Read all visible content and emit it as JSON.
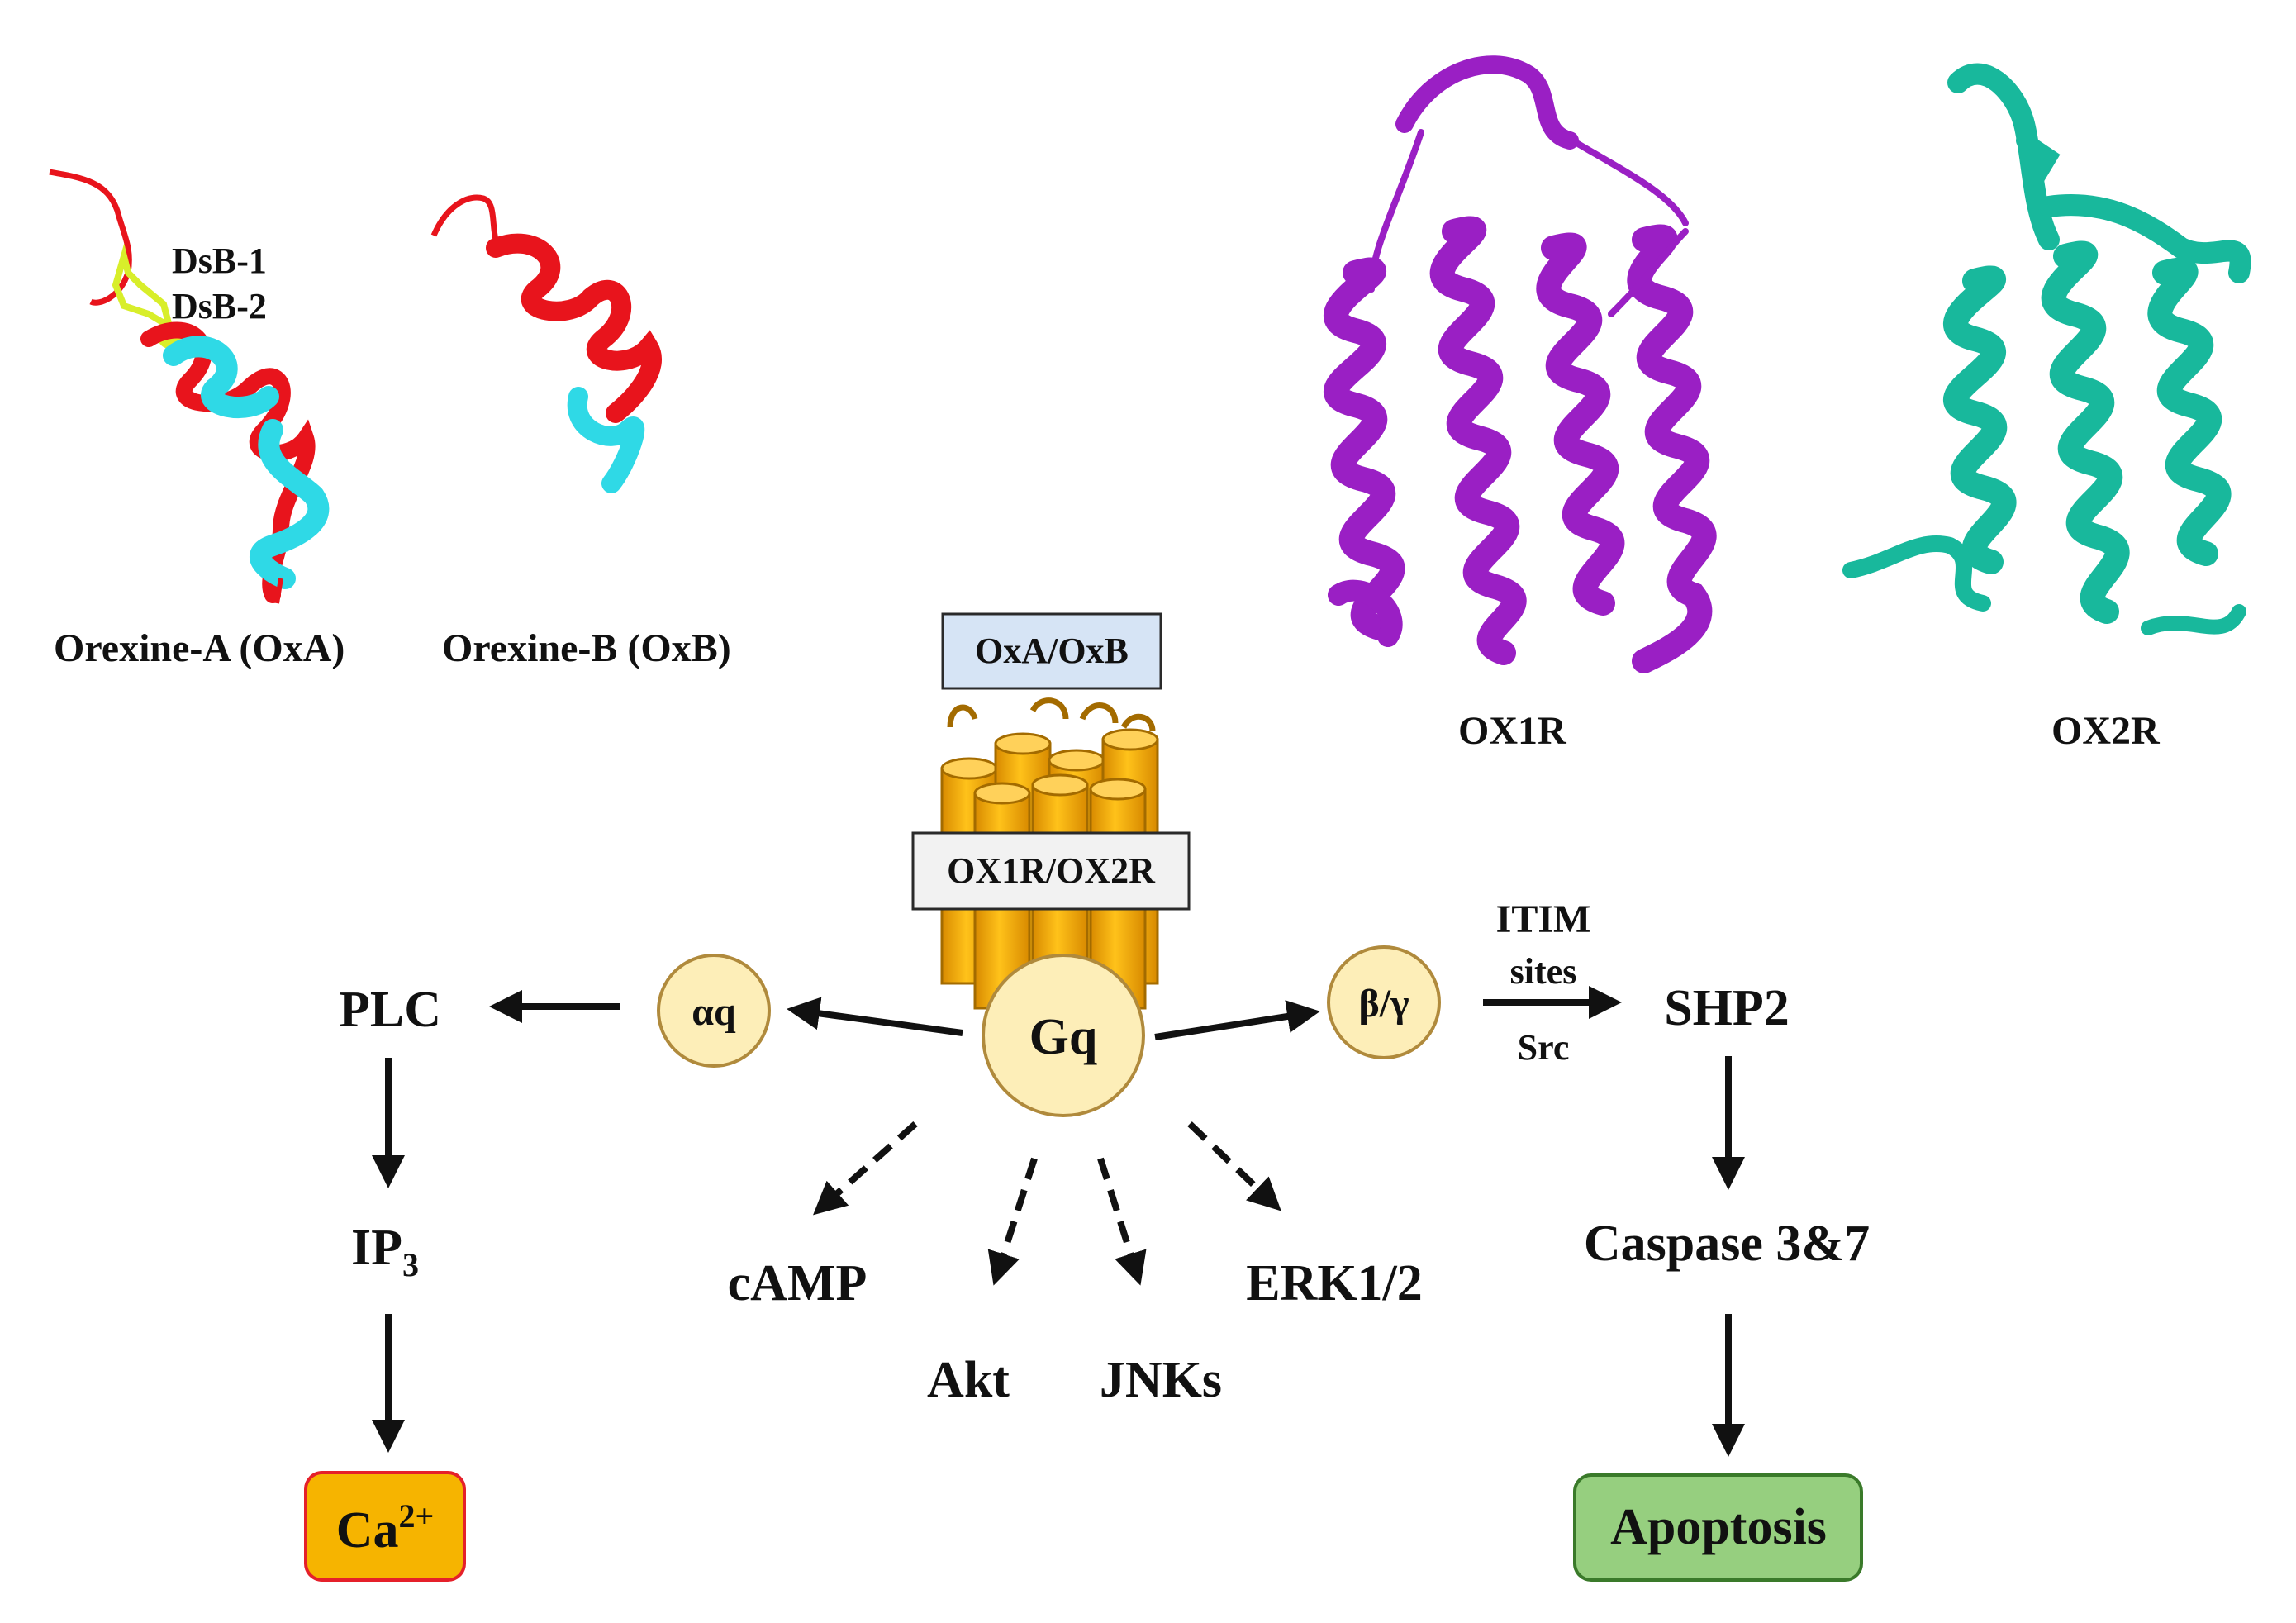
{
  "peptides": {
    "oxa_label": "Orexine-A (OxA)",
    "oxb_label": "Orexine-B (OxB)",
    "disulfide_1": "DsB-1",
    "disulfide_2": "DsB-2"
  },
  "receptors": {
    "ox1r_label": "OX1R",
    "ox2r_label": "OX2R"
  },
  "membrane": {
    "ligand_box": "OxA/OxB",
    "receptor_box": "OX1R/OX2R"
  },
  "gq": {
    "center": "Gq",
    "alpha": "αq",
    "betagamma": "β/γ"
  },
  "left_pathway": {
    "plc": "PLC",
    "ip3_base": "IP",
    "ip3_sub": "3",
    "ca_base": "Ca",
    "ca_sup": "2+"
  },
  "right_pathway": {
    "itim_line1": "ITIM",
    "itim_line2": "sites",
    "src": "Src",
    "shp2": "SHP2",
    "caspase": "Caspase 3&7",
    "apoptosis": "Apoptosis"
  },
  "downstream": {
    "camp": "cAMP",
    "akt": "Akt",
    "jnks": "JNKs",
    "erk": "ERK1/2"
  },
  "colors": {
    "peptide_red": "#e8141c",
    "peptide_cyan": "#2fd9e6",
    "disulfide_yellow": "#d8ee2a",
    "ox1r_purple": "#9a1fc4",
    "ox2r_teal": "#18b89c",
    "receptor_orange": "#f5a800",
    "circle_fill": "#fdeeb8",
    "circle_stroke": "#b08a3c",
    "ligand_box_fill": "#d6e4f5",
    "receptor_box_fill": "#f2f2f2",
    "ca_fill": "#f6b400",
    "ca_stroke": "#e5202a",
    "apoptosis_fill": "#96cf7f",
    "apoptosis_stroke": "#3a7a2a"
  }
}
